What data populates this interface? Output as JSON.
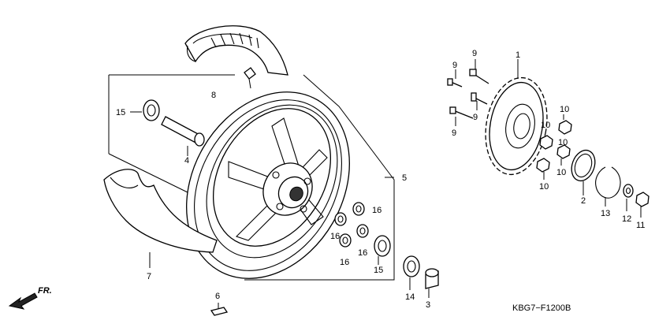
{
  "diagram": {
    "code": "KBG7−F1200B",
    "front_label": "FR.",
    "callouts": [
      {
        "id": "c1",
        "text": "1"
      },
      {
        "id": "c2",
        "text": "2"
      },
      {
        "id": "c3",
        "text": "3"
      },
      {
        "id": "c4",
        "text": "4"
      },
      {
        "id": "c5",
        "text": "5"
      },
      {
        "id": "c6",
        "text": "6"
      },
      {
        "id": "c7",
        "text": "7"
      },
      {
        "id": "c8",
        "text": "8"
      },
      {
        "id": "c9a",
        "text": "9"
      },
      {
        "id": "c9b",
        "text": "9"
      },
      {
        "id": "c9c",
        "text": "9"
      },
      {
        "id": "c9d",
        "text": "9"
      },
      {
        "id": "c10a",
        "text": "10"
      },
      {
        "id": "c10b",
        "text": "10"
      },
      {
        "id": "c10c",
        "text": "10"
      },
      {
        "id": "c10d",
        "text": "10"
      },
      {
        "id": "c10e",
        "text": "10"
      },
      {
        "id": "c11",
        "text": "11"
      },
      {
        "id": "c12",
        "text": "12"
      },
      {
        "id": "c13",
        "text": "13"
      },
      {
        "id": "c14",
        "text": "14"
      },
      {
        "id": "c15a",
        "text": "15"
      },
      {
        "id": "c15b",
        "text": "15"
      },
      {
        "id": "c16a",
        "text": "16"
      },
      {
        "id": "c16b",
        "text": "16"
      },
      {
        "id": "c16c",
        "text": "16"
      },
      {
        "id": "c16d",
        "text": "16"
      }
    ]
  }
}
